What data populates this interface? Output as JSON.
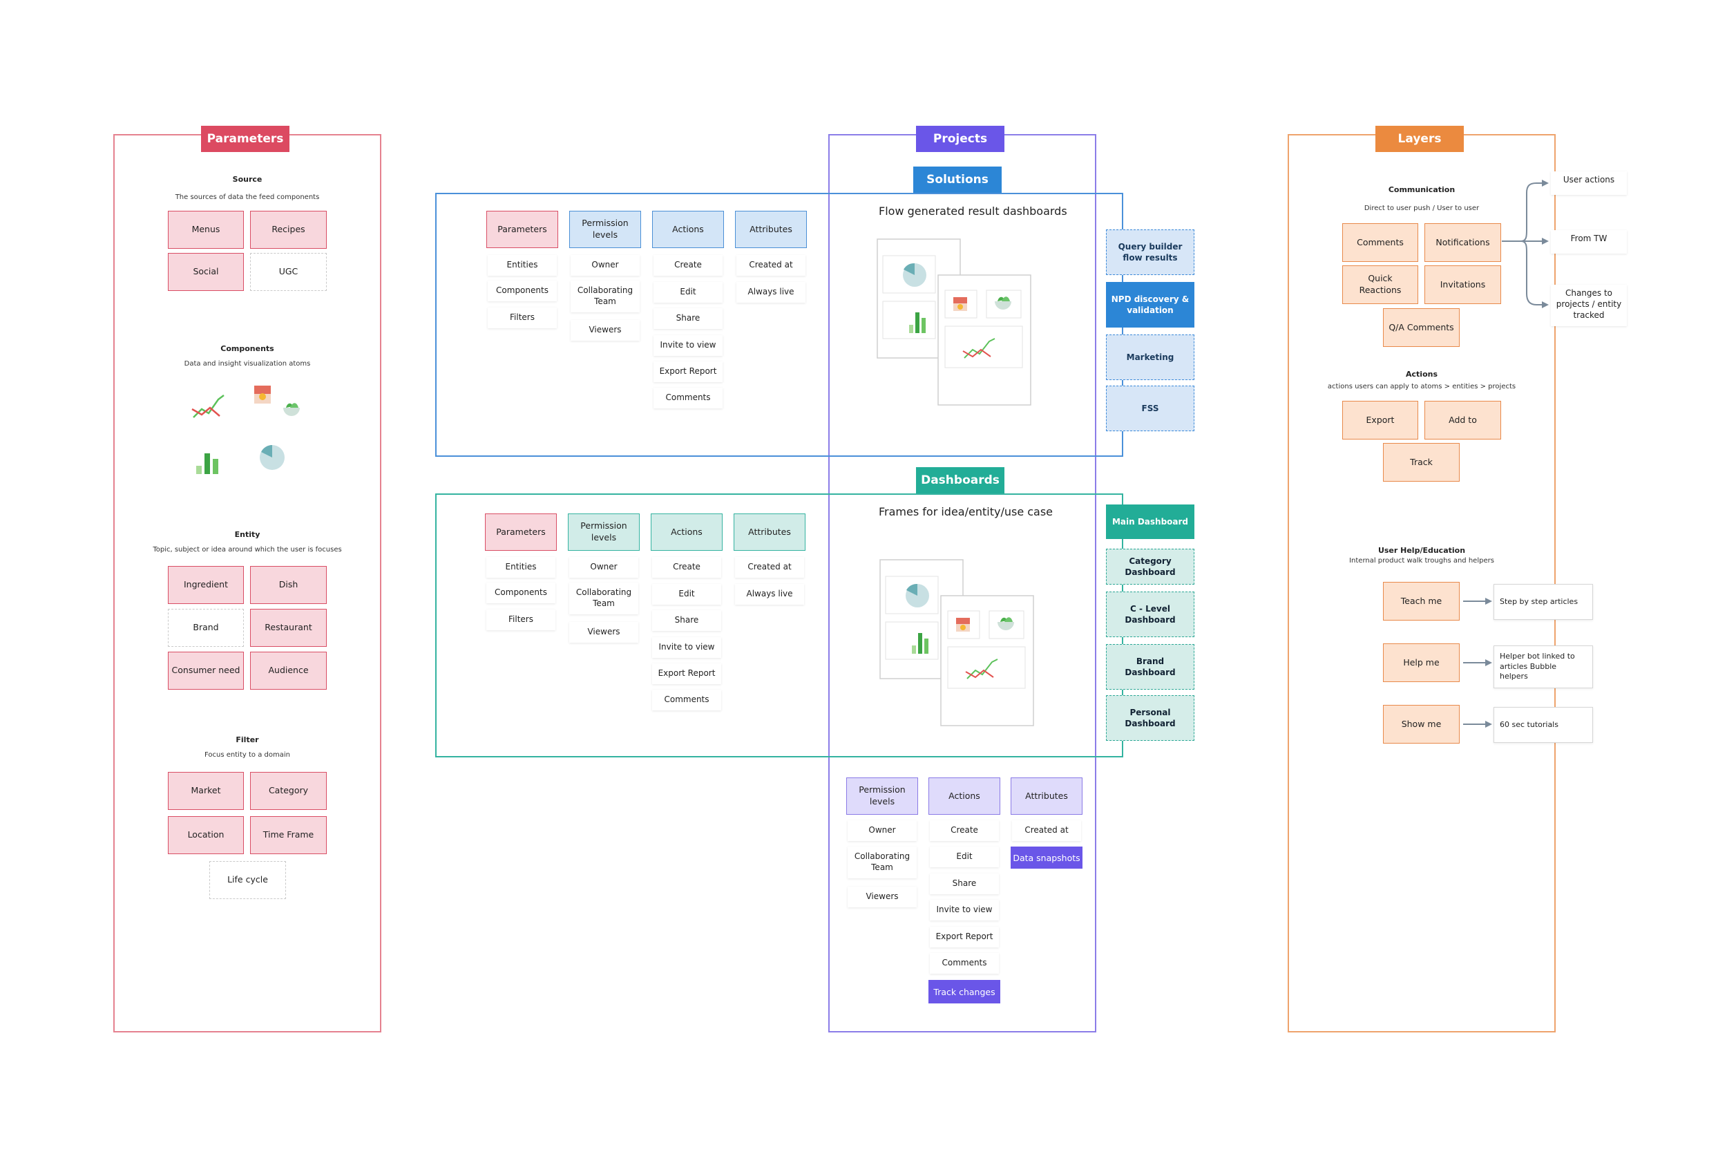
{
  "colors": {
    "parameters": "#dc4a61",
    "projects": "#6a56e8",
    "layers": "#eb8a3f",
    "solutions": "#2c86d6",
    "dashboards": "#22ad97"
  },
  "parameters": {
    "header": "Parameters",
    "source": {
      "title": "Source",
      "subtitle": "The sources of data the feed components",
      "items": [
        "Menus",
        "Recipes",
        "Social",
        "UGC"
      ]
    },
    "components": {
      "title": "Components",
      "subtitle": "Data and insight visualization atoms",
      "icons": [
        "line-chart-icon",
        "image-icon",
        "bowl-icon",
        "bar-chart-icon",
        "pie-chart-icon"
      ]
    },
    "entity": {
      "title": "Entity",
      "subtitle": "Topic, subject or idea around which the user is focuses",
      "items": [
        "Ingredient",
        "Dish",
        "Brand",
        "Restaurant",
        "Consumer need",
        "Audience"
      ]
    },
    "filter": {
      "title": "Filter",
      "subtitle": "Focus entity to a domain",
      "items": [
        "Market",
        "Category",
        "Location",
        "Time Frame",
        "Life cycle"
      ]
    }
  },
  "projects": {
    "header": "Projects",
    "solutions": {
      "header": "Solutions",
      "title": "Flow generated result dashboards",
      "columns": [
        {
          "header": "Parameters",
          "items": [
            "Entities",
            "Components",
            "Filters"
          ]
        },
        {
          "header": "Permission levels",
          "items": [
            "Owner",
            "Collaborating Team",
            "Viewers"
          ]
        },
        {
          "header": "Actions",
          "items": [
            "Create",
            "Edit",
            "Share",
            "Invite to view",
            "Export Report",
            "Comments"
          ]
        },
        {
          "header": "Attributes",
          "items": [
            "Created at",
            "Always live"
          ]
        }
      ],
      "side": [
        "Query builder flow results",
        "NPD discovery & validation",
        "Marketing",
        "FSS"
      ]
    },
    "dashboards": {
      "header": "Dashboards",
      "title": "Frames for idea/entity/use case",
      "columns": [
        {
          "header": "Parameters",
          "items": [
            "Entities",
            "Components",
            "Filters"
          ]
        },
        {
          "header": "Permission levels",
          "items": [
            "Owner",
            "Collaborating Team",
            "Viewers"
          ]
        },
        {
          "header": "Actions",
          "items": [
            "Create",
            "Edit",
            "Share",
            "Invite to view",
            "Export Report",
            "Comments"
          ]
        },
        {
          "header": "Attributes",
          "items": [
            "Created at",
            "Always live"
          ]
        }
      ],
      "side": [
        "Main Dashboard",
        "Category Dashboard",
        "C - Level Dashboard",
        "Brand Dashboard",
        "Personal Dashboard"
      ]
    },
    "project_columns": [
      {
        "header": "Permission levels",
        "items": [
          "Owner",
          "Collaborating Team",
          "Viewers"
        ]
      },
      {
        "header": "Actions",
        "items": [
          "Create",
          "Edit",
          "Share",
          "Invite to view",
          "Export Report",
          "Comments"
        ],
        "highlight": "Track changes"
      },
      {
        "header": "Attributes",
        "items": [
          "Created at"
        ],
        "highlight": "Data snapshots"
      }
    ]
  },
  "layers": {
    "header": "Layers",
    "communication": {
      "title": "Communication",
      "subtitle": "Direct to user push / User to user",
      "items": [
        "Comments",
        "Notifications",
        "Quick Reactions",
        "Invitations",
        "Q/A Comments"
      ],
      "targets": [
        "User actions",
        "From TW",
        "Changes to projects / entity tracked"
      ]
    },
    "actions": {
      "title": "Actions",
      "subtitle": "actions users can apply to atoms > entities > projects",
      "items": [
        "Export",
        "Add to",
        "Track"
      ]
    },
    "help": {
      "title": "User Help/Education",
      "subtitle": "Internal product walk troughs and helpers",
      "items": [
        {
          "label": "Teach me",
          "detail": "Step by step articles"
        },
        {
          "label": "Help me",
          "detail": "Helper bot linked to articles Bubble helpers"
        },
        {
          "label": "Show me",
          "detail": "60 sec tutorials"
        }
      ]
    }
  }
}
